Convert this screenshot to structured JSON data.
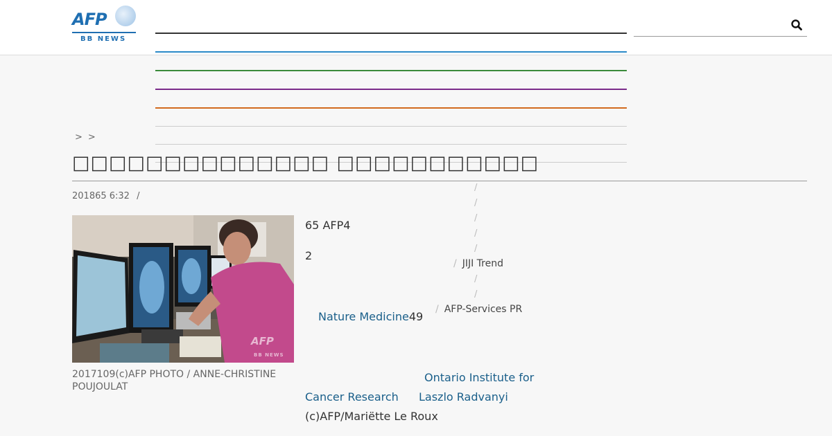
{
  "header": {
    "logo": {
      "brand": "AFP",
      "sub": "BB NEWS"
    },
    "search_icon": "search-icon"
  },
  "breadcrumb": [
    ">",
    ">"
  ],
  "article": {
    "title": "□□□□□□□□□□□□□□ □□□□□□□□□□□",
    "date": "201865 6:32",
    "date_sep": "/",
    "caption": "2017109(c)AFP PHOTO / ANNE-CHRISTINE POUJOULAT",
    "paragraphs": {
      "p1": "65 AFP4",
      "p2": "2",
      "p3_link": "Nature Medicine",
      "p3_text": "49",
      "p4_link_a": "Ontario Institute for",
      "p4_link_b": "Cancer Research",
      "p4_link_c": "Laszlo Radvanyi",
      "credit": "(c)AFP/Mariëtte Le Roux"
    }
  },
  "sidebar": {
    "slash": "/",
    "item_jiji": "JIJI Trend",
    "item_afp": "AFP-Services PR"
  },
  "colors": {
    "menu_lines": [
      "#333333",
      "#2a8ac8",
      "#3a8a3a",
      "#7a2a8a",
      "#d2691e",
      "#cccccc",
      "#cccccc",
      "#cccccc"
    ],
    "link": "#1a5f8a",
    "logo": "#1f6fb2"
  }
}
